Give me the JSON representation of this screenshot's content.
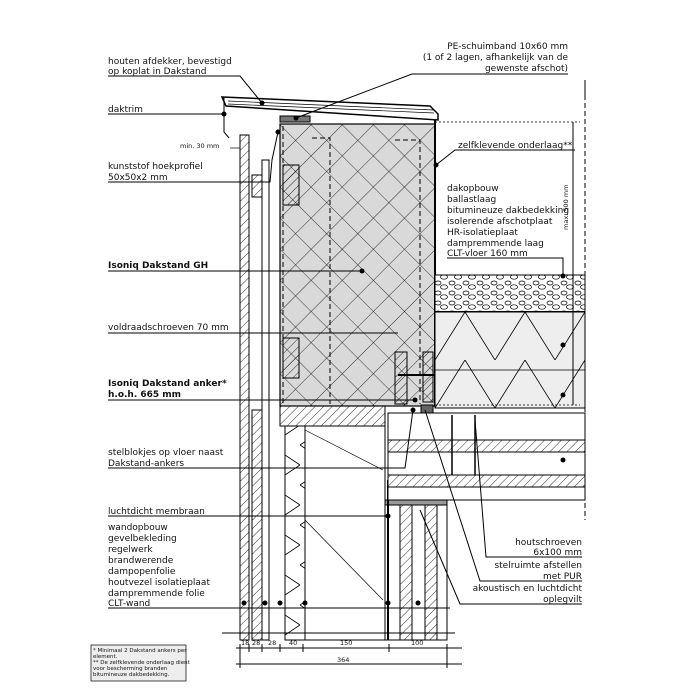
{
  "labels": {
    "afdekker": [
      "houten afdekker, bevestigd",
      "op koplat in Dakstand"
    ],
    "pe_band": [
      "PE-schuimband 10x60 mm",
      "(1 of 2 lagen, afhankelijk van de",
      "gewenste afschot)"
    ],
    "daktrim": "daktrim",
    "min30": "min. 30 mm",
    "hoekprofiel": [
      "kunststof hoekprofiel",
      "50x50x2 mm"
    ],
    "onderlaag": "zelfklevende onderlaag**",
    "max500": "max. 500 mm",
    "dakopbouw": [
      "dakopbouw",
      "ballastlaag",
      "bitumineuze dakbedekking",
      "isolerende afschotplaat",
      "HR-isolatieplaat",
      "dampremmende laag",
      "CLT-vloer 160 mm"
    ],
    "dakstand_gh": "Isoniq Dakstand GH",
    "voldraad": "voldraadschroeven 70 mm",
    "anker": [
      "Isoniq Dakstand anker*",
      "h.o.h. 665 mm"
    ],
    "stelblokjes": [
      "stelblokjes op vloer naast",
      "Dakstand-ankers"
    ],
    "membraan": "luchtdicht membraan",
    "wandopbouw": [
      "wandopbouw",
      "gevelbekleding",
      "regelwerk",
      "brandwerende",
      "dampopenfolie",
      "houtvezel isolatieplaat",
      "dampremmende folie",
      "CLT-wand"
    ],
    "houtschroeven": [
      "houtschroeven",
      "6x100 mm"
    ],
    "stelruimte": [
      "stelruimte afstellen",
      "met PUR"
    ],
    "oplegvilt": [
      "akoustisch en luchtdicht",
      "oplegvilt"
    ]
  },
  "footnote": [
    "* Minimaal 2 Dakstand ankers per",
    "element.",
    "** De zelfklevende onderlaag dient",
    "voor bescherming branden",
    "bitumineuze dakbedekking."
  ],
  "dimensions": {
    "segments": [
      "18",
      "28",
      "28",
      "40",
      "150",
      "100"
    ],
    "total": "364"
  }
}
